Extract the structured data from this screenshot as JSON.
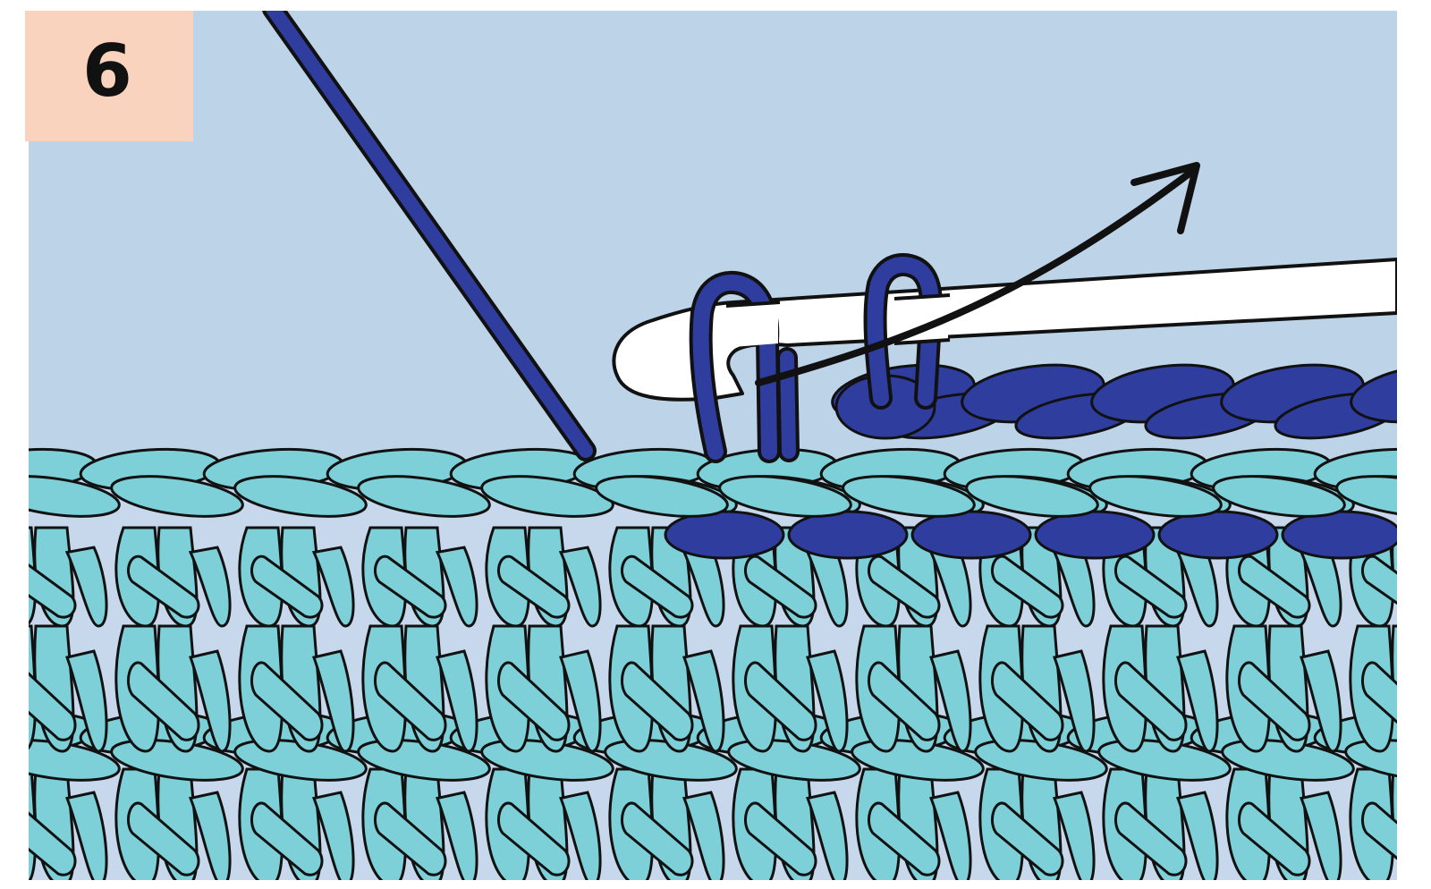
{
  "step": {
    "number": "6"
  },
  "colors": {
    "background": "#bdd3e8",
    "step_badge": "#f9d3bd",
    "fabric": "#7dcfd8",
    "fabric_gap": "#c7d8ec",
    "working_yarn": "#2e3d9e",
    "hook": "#ffffff",
    "outline": "#111111"
  },
  "icons": {
    "arrow": "curved-arrow-up-right",
    "hook": "crochet-hook"
  }
}
